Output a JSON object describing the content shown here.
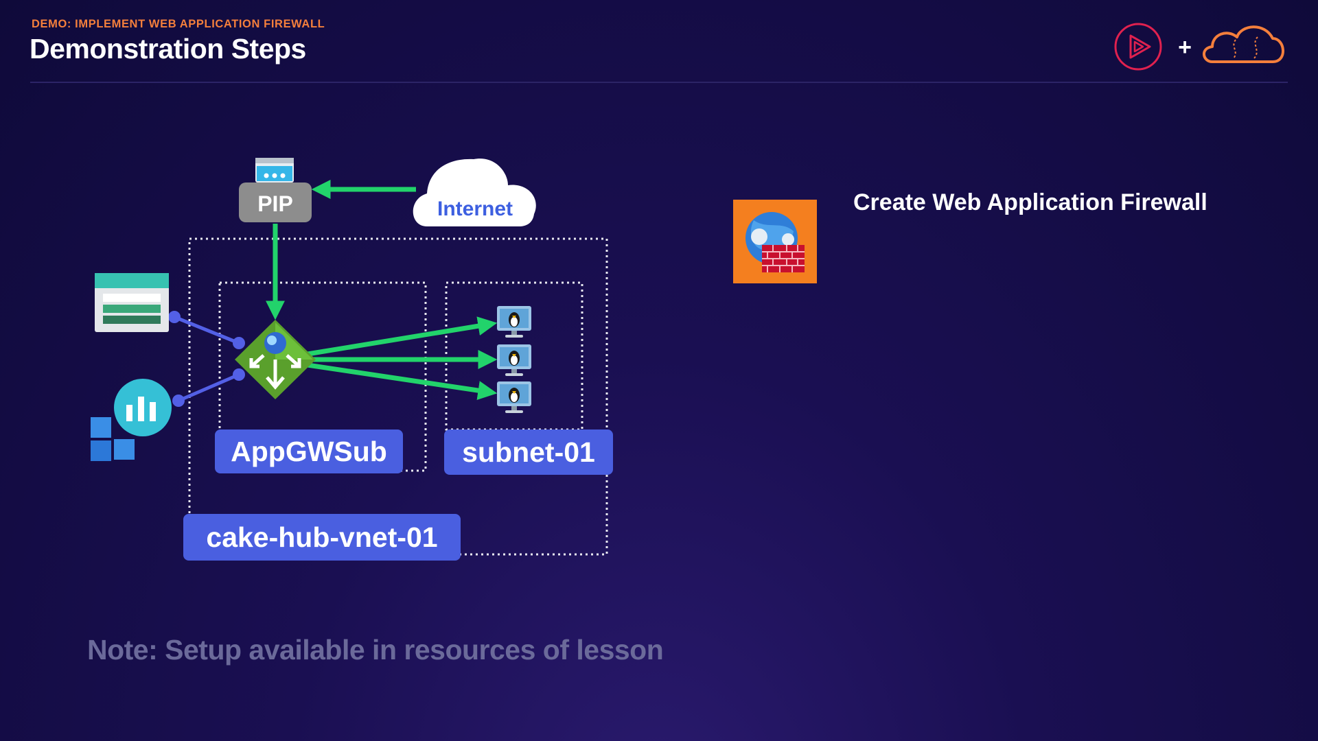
{
  "header": {
    "eyebrow": "DEMO: IMPLEMENT WEB APPLICATION FIREWALL",
    "title": "Demonstration Steps",
    "plus_sign": "+"
  },
  "diagram": {
    "pip_label": "PIP",
    "internet_label": "Internet",
    "appgw_subnet_label": "AppGWSub",
    "subnet_label": "subnet-01",
    "vnet_label": "cake-hub-vnet-01",
    "vm_count": 3
  },
  "step": {
    "text": "Create Web Application Firewall",
    "icon": "web-application-firewall-icon"
  },
  "note": "Note: Setup available in resources of lesson",
  "colors": {
    "background": "#140d48",
    "accent_orange": "#f47f3c",
    "label_blue": "#4a5fe0",
    "arrow_green": "#22d36b",
    "connector_blue": "#5360e6",
    "logo_red": "#e0214f"
  }
}
